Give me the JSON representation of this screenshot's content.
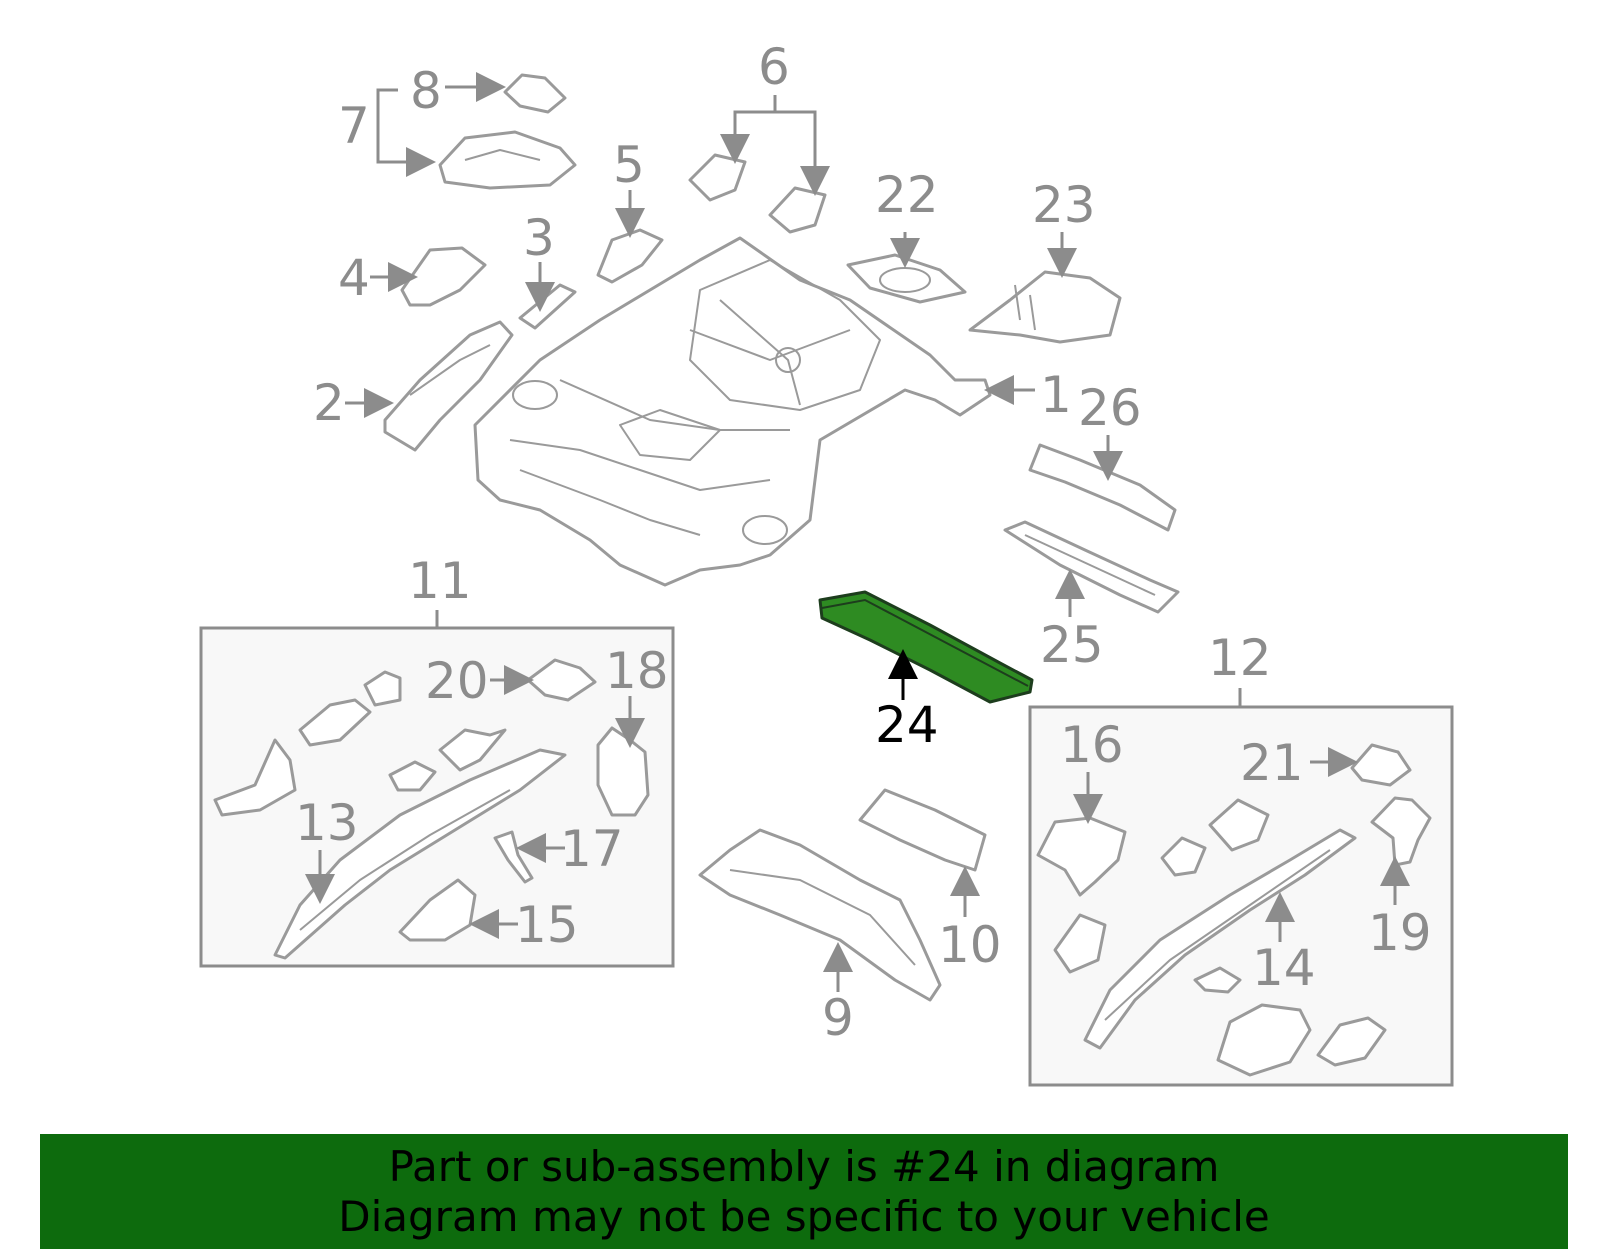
{
  "highlight_color": "#2e8b22",
  "banner_color": "#0d6b0d",
  "callouts": {
    "c1": "1",
    "c2": "2",
    "c3": "3",
    "c4": "4",
    "c5": "5",
    "c6": "6",
    "c7": "7",
    "c8": "8",
    "c9": "9",
    "c10": "10",
    "c11": "11",
    "c12": "12",
    "c13": "13",
    "c14": "14",
    "c15": "15",
    "c16": "16",
    "c17": "17",
    "c18": "18",
    "c19": "19",
    "c20": "20",
    "c21": "21",
    "c22": "22",
    "c23": "23",
    "c24": "24",
    "c25": "25",
    "c26": "26"
  },
  "banner": {
    "line1": "Part or sub-assembly is #24 in diagram",
    "line2": "Diagram may not be specific to your vehicle"
  }
}
